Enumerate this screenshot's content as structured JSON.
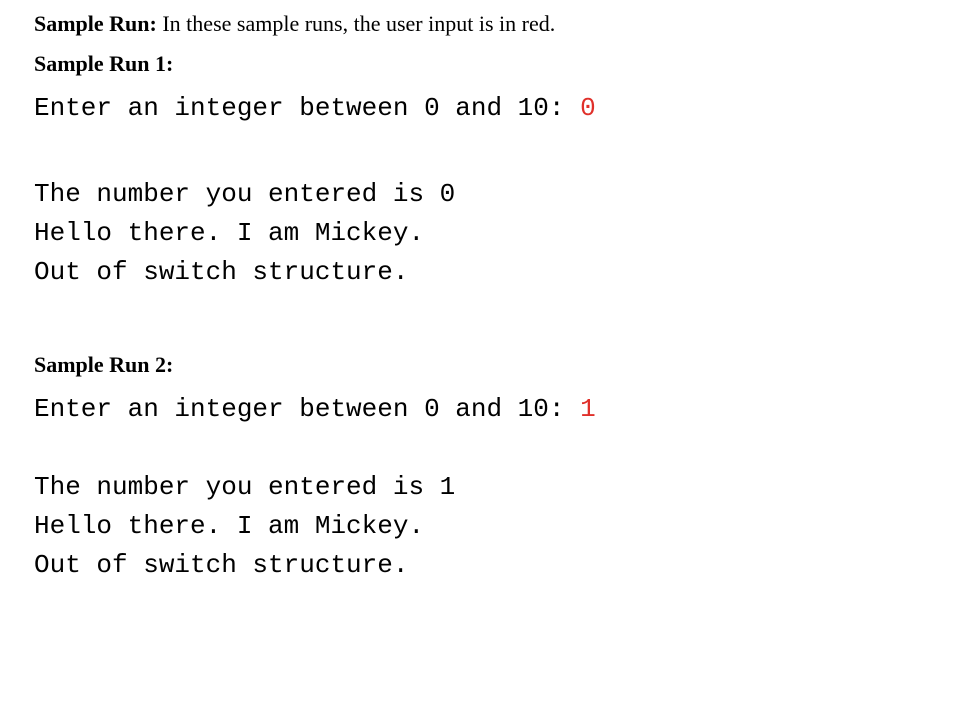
{
  "intro": {
    "label": "Sample Run:",
    "text": " In these sample runs, the user input is in red."
  },
  "runs": [
    {
      "heading": "Sample Run 1:",
      "prompt": "Enter an integer between 0 and 10: ",
      "input": "0",
      "output": [
        "The number you entered is 0",
        "Hello there. I am Mickey.",
        "Out of switch structure."
      ]
    },
    {
      "heading": "Sample Run 2:",
      "prompt": "Enter an integer between 0 and 10: ",
      "input": "1",
      "output": [
        "The number you entered is 1",
        "Hello there. I am Mickey.",
        "Out of switch structure."
      ]
    }
  ],
  "colors": {
    "user_input": "#e0302a",
    "text": "#000000"
  }
}
